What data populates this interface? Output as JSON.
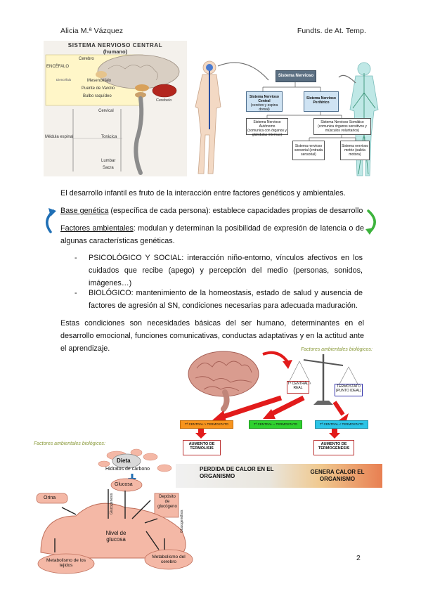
{
  "header": {
    "author": "Alicia M.ª Vázquez",
    "course": "Fundts. de At. Temp."
  },
  "page_number": "2",
  "fig1": {
    "title": "SISTEMA NERVIOSO CENTRAL",
    "subtitle": "(humano)",
    "labels": [
      "ENCÉFALO",
      "Cerebro",
      "Mesencéfalo",
      "Puente de Varolio",
      "Bulbo raquídeo",
      "Cerebelo",
      "Cervical",
      "Médula espinal",
      "Torácica",
      "Lumbar",
      "Sacra",
      "Diencéfalo"
    ]
  },
  "fig2": {
    "root": "Sistema Nervioso",
    "central": "Sistema Nervioso Central",
    "central_sub": "(cerebro y espina dorsal)",
    "peripheral": "Sistema Nervioso Periférico",
    "autonomo": "Sistema Nervioso Autónomo",
    "autonomo_sub": "(comunica con órganos y glándulas internas)",
    "somatico": "Sistema Nervioso Somático",
    "somatico_sub": "(comunica órganos sensitivos y músculos voluntarios)",
    "sensorial": "Sistema nervioso sensorial (entrada sensorial)",
    "motriz": "Sistema nervioso motriz (salida motora)"
  },
  "text": {
    "p1": "El desarrollo infantil es fruto de la interacción entre factores genéticos y ambientales.",
    "p2_u": "Base genética",
    "p2_rest": " (específica de cada persona): establece capacidades propias de desarrollo",
    "p3_u": "Factores ambientales",
    "p3_rest": ": modulan y determinan la posibilidad de expresión de latencia o de algunas características genéticas.",
    "li1": "PSICOLÓGICO Y SOCIAL: interacción niño-entorno, vínculos afectivos en los cuidados que recibe (apego) y percepción del medio (personas, sonidos, imágenes…)",
    "li2": "BIOLÓGICO: mantenimiento de la homeostasis, estado de salud y ausencia de factores de agresión al SN, condiciones necesarias para adecuada maduración.",
    "p4": "Estas condiciones son necesidades básicas del ser humano, determinantes en el desarrollo emocional, funciones comunicativas, conductas adaptativas y en la actitud ante el aprendizaje.",
    "bullet": "-"
  },
  "fig3": {
    "title": "Factores ambientales biológicos:",
    "t_central_real": "Tª CENTRAL REAL",
    "termostato": "TERMOSTATO (PUNTO IDEAL)",
    "box1": "Tª CENTRAL > TERMOSTATO",
    "box2": "Tª CENTRAL = TERMOSTATO",
    "box3": "Tª CENTRAL < TERMOSTATO",
    "termolisis": "AUMENTO DE TERMOLISIS",
    "termogenesis": "AUMENTO DE TERMOGÉNESIS",
    "perdida": "PERDIDA DE CALOR EN EL ORGANISMO",
    "genera": "GENERA CALOR EL ORGANISMO"
  },
  "fig4": {
    "title": "Factores ambientales biológicos:",
    "dieta": "Dieta",
    "hidratos": "Hidratos de carbono",
    "glucosa": "Glucosa",
    "deposito": "Depósito de glucógeno",
    "orina": "Orina",
    "nivel": "Nivel de glucosa",
    "glucogenesis": "Glucogénesis",
    "glucogenolisis": "Glucogenólisis",
    "met_tejidos": "Metabolismo de los tejidos",
    "met_cerebro": "Metabolismo del cerebro"
  },
  "colors": {
    "red_arrow": "#e21b1b",
    "orange_box": "#f7941d",
    "green_box": "#2fd12f",
    "cyan_box": "#2bc4e6",
    "blue_arrow": "#1f6fb5",
    "green_arrow": "#3cb33c"
  }
}
